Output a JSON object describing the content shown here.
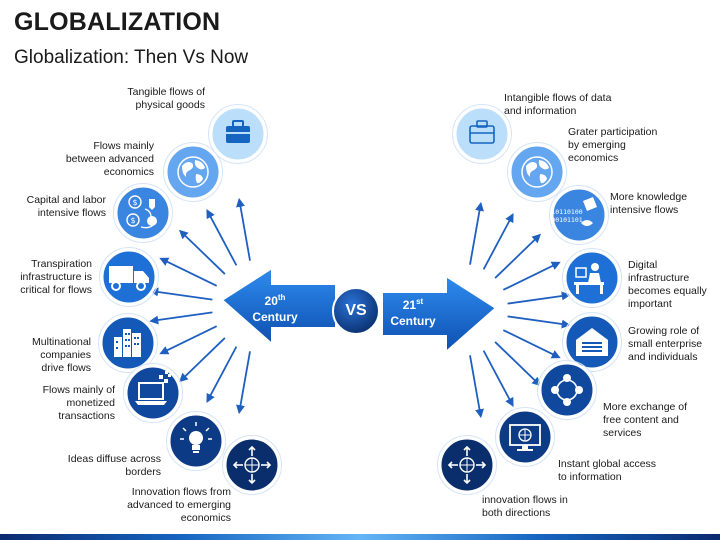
{
  "header": {
    "title": "GLOBALIZATION",
    "subtitle": "Globalization: Then Vs Now"
  },
  "center": {
    "left_num": "20",
    "left_sup": "th",
    "left_word": "Century",
    "right_num": "21",
    "right_sup": "st",
    "right_word": "Century",
    "vs": "VS"
  },
  "left_items": [
    {
      "line1": "Tangible flows of",
      "line2": "physical goods",
      "line3": "",
      "icon": "briefcase-icon",
      "color": "#bbdefb"
    },
    {
      "line1": "Flows mainly",
      "line2": "between advanced",
      "line3": "economics",
      "icon": "globe-icon",
      "color": "#64a6ef"
    },
    {
      "line1": "Capital and labor",
      "line2": "intensive flows",
      "line3": "",
      "icon": "money-exchange-icon",
      "color": "#3a85e0"
    },
    {
      "line1": "Transpiration",
      "line2": "infrastructure is",
      "line3": "critical for flows",
      "icon": "truck-icon",
      "color": "#1e6fd6"
    },
    {
      "line1": "Multinational",
      "line2": "companies",
      "line3": "drive flows",
      "icon": "buildings-icon",
      "color": "#1459b8"
    },
    {
      "line1": "Flows mainly of",
      "line2": "monetized",
      "line3": "transactions",
      "icon": "laptop-icon",
      "color": "#0f489c"
    },
    {
      "line1": "Ideas diffuse across",
      "line2": "borders",
      "line3": "",
      "icon": "lightbulb-icon",
      "color": "#0c3a84"
    },
    {
      "line1": "Innovation flows from",
      "line2": "advanced to emerging",
      "line3": "economics",
      "icon": "arrows-globe-icon",
      "color": "#0a2e6c"
    }
  ],
  "right_items": [
    {
      "line1": "Intangible flows of data",
      "line2": "and information",
      "line3": "",
      "icon": "briefcase-outline-icon",
      "color": "#bbdefb"
    },
    {
      "line1": "Grater participation",
      "line2": "by emerging",
      "line3": "economics",
      "icon": "globe-icon",
      "color": "#64a6ef"
    },
    {
      "line1": "More knowledge",
      "line2": "intensive flows",
      "line3": "",
      "icon": "binary-data-icon",
      "color": "#3a85e0",
      "binary1": "10110100",
      "binary2": "00101101"
    },
    {
      "line1": "Digital",
      "line2": "infrastructure",
      "line3": "becomes equally",
      "line4": "important",
      "icon": "desk-worker-icon",
      "color": "#1e6fd6"
    },
    {
      "line1": "Growing role of",
      "line2": "small enterprise",
      "line3": "and individuals",
      "icon": "garage-icon",
      "color": "#1459b8"
    },
    {
      "line1": "More exchange of",
      "line2": "free content and",
      "line3": "services",
      "icon": "network-icon",
      "color": "#0f489c"
    },
    {
      "line1": "Instant global access",
      "line2": "to information",
      "line3": "",
      "icon": "monitor-globe-icon",
      "color": "#0c3a84"
    },
    {
      "line1": "innovation flows in",
      "line2": "both directions",
      "line3": "",
      "icon": "arrows-globe-icon",
      "color": "#0a2e6c"
    }
  ]
}
